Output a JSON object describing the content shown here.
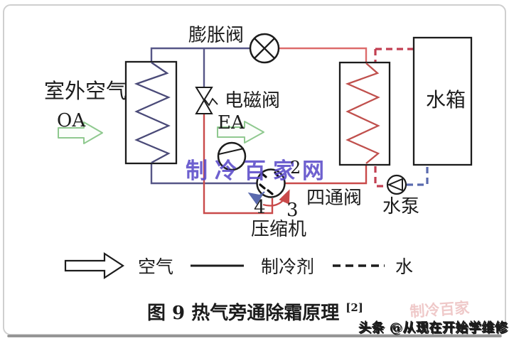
{
  "figure": {
    "type": "refrigeration-schematic",
    "caption": {
      "text": "图 9 热气旁通除霜原理",
      "reference": "[2]"
    },
    "components": {
      "expansion_valve": "膨胀阀",
      "solenoid_valve": "电磁阀",
      "outdoor_air": "室外空气",
      "outdoor_air_abbr": "OA",
      "exhaust_air_abbr": "EA",
      "water_tank": "水箱",
      "four_way_valve": "四通阀",
      "compressor": "压缩机",
      "water_pump": "水泵"
    },
    "four_way_valve_ports": {
      "port2": "2",
      "port3": "3",
      "port4": "4"
    },
    "legend": {
      "air": {
        "label": "空气",
        "symbol": "hollow-arrow"
      },
      "refrigerant": {
        "label": "制冷剂",
        "symbol": "solid-line"
      },
      "water": {
        "label": "水",
        "symbol": "dashed-line"
      }
    },
    "watermarks": {
      "center": "制冷百家网",
      "corner_faint": "制冷百家",
      "bottom_credit": "头条 @从现在开始学维修"
    },
    "colors": {
      "refrigerant_suction_line": "#565687",
      "refrigerant_hot_line": "#c94a4a",
      "hot_water_dashed": "#c23f52",
      "cold_water_dashed": "#5a6aae",
      "air_arrow_green": "#8fc98f",
      "watermark_purple": "#5b4bc9",
      "ink": "#1c1c1c"
    }
  }
}
